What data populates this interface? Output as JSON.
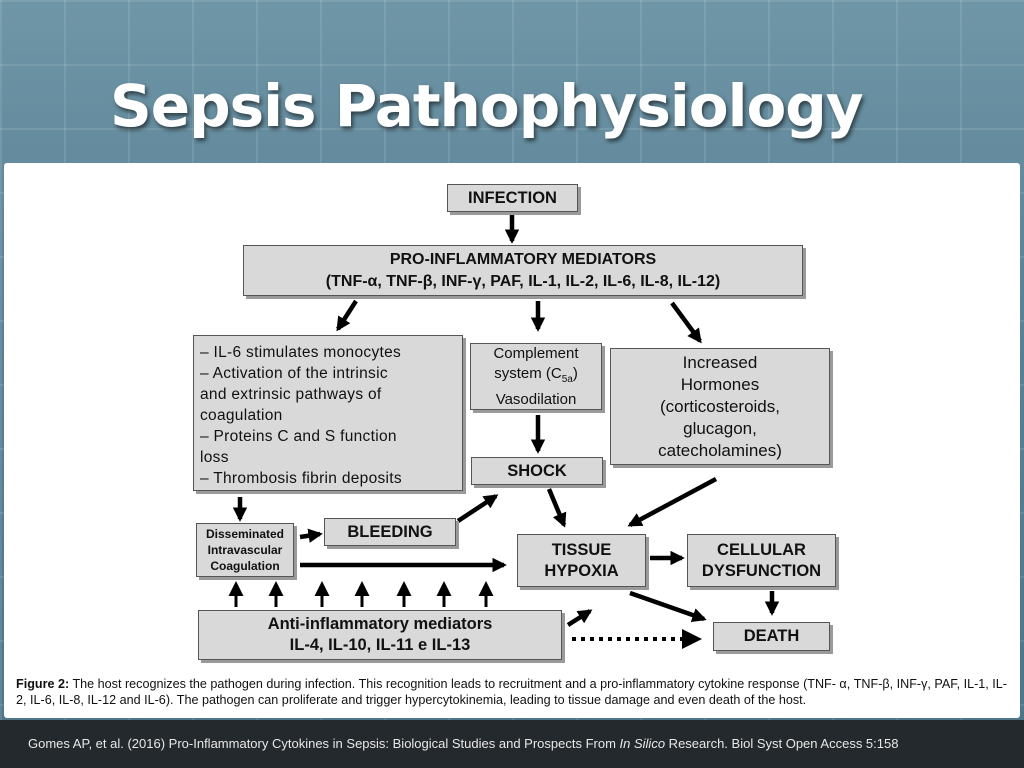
{
  "slide": {
    "title": "Sepsis Pathophysiology"
  },
  "diagram": {
    "infection": "INFECTION",
    "pro_inflammatory": {
      "line1": "PRO-INFLAMMATORY MEDIATORS",
      "line2": "(TNF-α, TNF-β, INF-γ, PAF, IL-1, IL-2, IL-6, IL-8, IL-12)"
    },
    "coagulation_list": [
      "– IL-6 stimulates monocytes",
      "– Activation of the intrinsic",
      "and extrinsic pathways of",
      "coagulation",
      "– Proteins C and S function",
      "loss",
      "– Thrombosis fibrin deposits"
    ],
    "complement": {
      "line1": "Complement",
      "line2_pre": "system (C",
      "line2_sub": "5a",
      "line2_post": ")",
      "line3": "Vasodilation"
    },
    "hormones": [
      "Increased",
      "Hormones",
      "(corticosteroids,",
      "glucagon,",
      "catecholamines)"
    ],
    "shock": "SHOCK",
    "dic": [
      "Disseminated",
      "Intravascular",
      "Coagulation"
    ],
    "bleeding": "BLEEDING",
    "tissue_hypoxia": [
      "TISSUE",
      "HYPOXIA"
    ],
    "cellular_dysfunction": [
      "CELLULAR",
      "DYSFUNCTION"
    ],
    "anti_inflammatory": {
      "line1": "Anti-inflammatory mediators",
      "line2": "IL-4, IL-10, IL-11 e IL-13"
    },
    "death": "DEATH"
  },
  "caption": {
    "label": "Figure 2:",
    "text": " The host recognizes the pathogen during infection. This recognition leads to recruitment and a pro-inflammatory cytokine response (TNF- α, TNF-β, INF-γ, PAF, IL-1, IL-2, IL-6, IL-8, IL-12 and IL-6). The pathogen can proliferate and trigger hypercytokinemia, leading to tissue damage and even death of the host."
  },
  "footer": {
    "before": "Gomes AP, et al. (2016) Pro-Inflammatory Cytokines in Sepsis: Biological Studies and Prospects From ",
    "italic": "In Silico",
    "after": " Research. Biol Syst Open Access 5:158"
  }
}
